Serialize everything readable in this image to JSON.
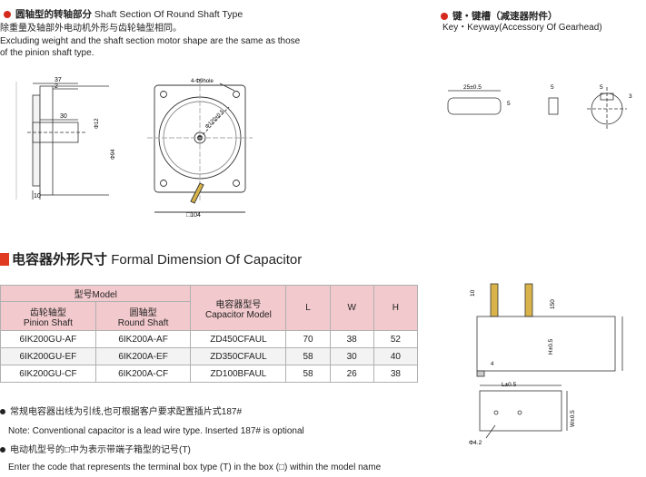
{
  "shaft_section": {
    "title_cn": "圆轴型的转轴部分",
    "title_en": "Shaft Section Of Round Shaft Type",
    "line1": "除重量及轴部外电动机外形与齿轮轴型相同。",
    "line2": "Excluding weight and the shaft section motor shape are the same as those",
    "line3": "of the pinion shaft type.",
    "dims": {
      "d37": "37",
      "d2": "2",
      "d30": "30",
      "d10": "10",
      "phi12": "Φ12",
      "phi94": "Φ94",
      "hole": "4-Φ9hole",
      "pcd": "Φ120±0.5",
      "sq104": "□104"
    }
  },
  "key_section": {
    "title_cn": "键・键槽（减速器附件）",
    "title_en": "Key・Keyway(Accessory Of Gearhead)",
    "dims": {
      "k25": "25±0.5",
      "k5a": "5",
      "k5b": "5",
      "k5c": "5",
      "k3": "3"
    }
  },
  "capacitor": {
    "title_cn": "电容器外形尺寸",
    "title_en": "Formal Dimension Of Capacitor",
    "headers": {
      "model_group": "型号Model",
      "pinion_cn": "齿轮轴型",
      "pinion_en": "Pinion Shaft",
      "round_cn": "圆轴型",
      "round_en": "Round Shaft",
      "cap_cn": "电容器型号",
      "cap_en": "Capacitor Model",
      "L": "L",
      "W": "W",
      "H": "H"
    },
    "rows": [
      {
        "pinion": "6IK200GU-AF",
        "round": "6IK200A-AF",
        "cap": "ZD450CFAUL",
        "L": "70",
        "W": "38",
        "H": "52"
      },
      {
        "pinion": "6IK200GU-EF",
        "round": "6IK200A-EF",
        "cap": "ZD350CFAUL",
        "L": "58",
        "W": "30",
        "H": "40"
      },
      {
        "pinion": "6IK200GU-CF",
        "round": "6IK200A-CF",
        "cap": "ZD100BFAUL",
        "L": "58",
        "W": "26",
        "H": "38"
      }
    ],
    "dims": {
      "c10": "10",
      "c150": "150",
      "ch": "H±0.5",
      "c4": "4",
      "cl": "L±0.5",
      "cw": "W±0.5",
      "cphi": "Φ4.2"
    }
  },
  "notes": [
    {
      "cn": "常规电容器出线为引线,也可根据客户要求配置插片式187#",
      "en": "Note: Conventional capacitor is a lead wire type. Inserted 187# is optional"
    },
    {
      "cn": "电动机型号的□中为表示带端子箱型的记号(T)",
      "en": "Enter the code that represents the terminal box type (T) in the box (□) within the model name"
    }
  ],
  "colors": {
    "accent_red": "#d42a1e",
    "table_header": "#f2c9cc"
  }
}
